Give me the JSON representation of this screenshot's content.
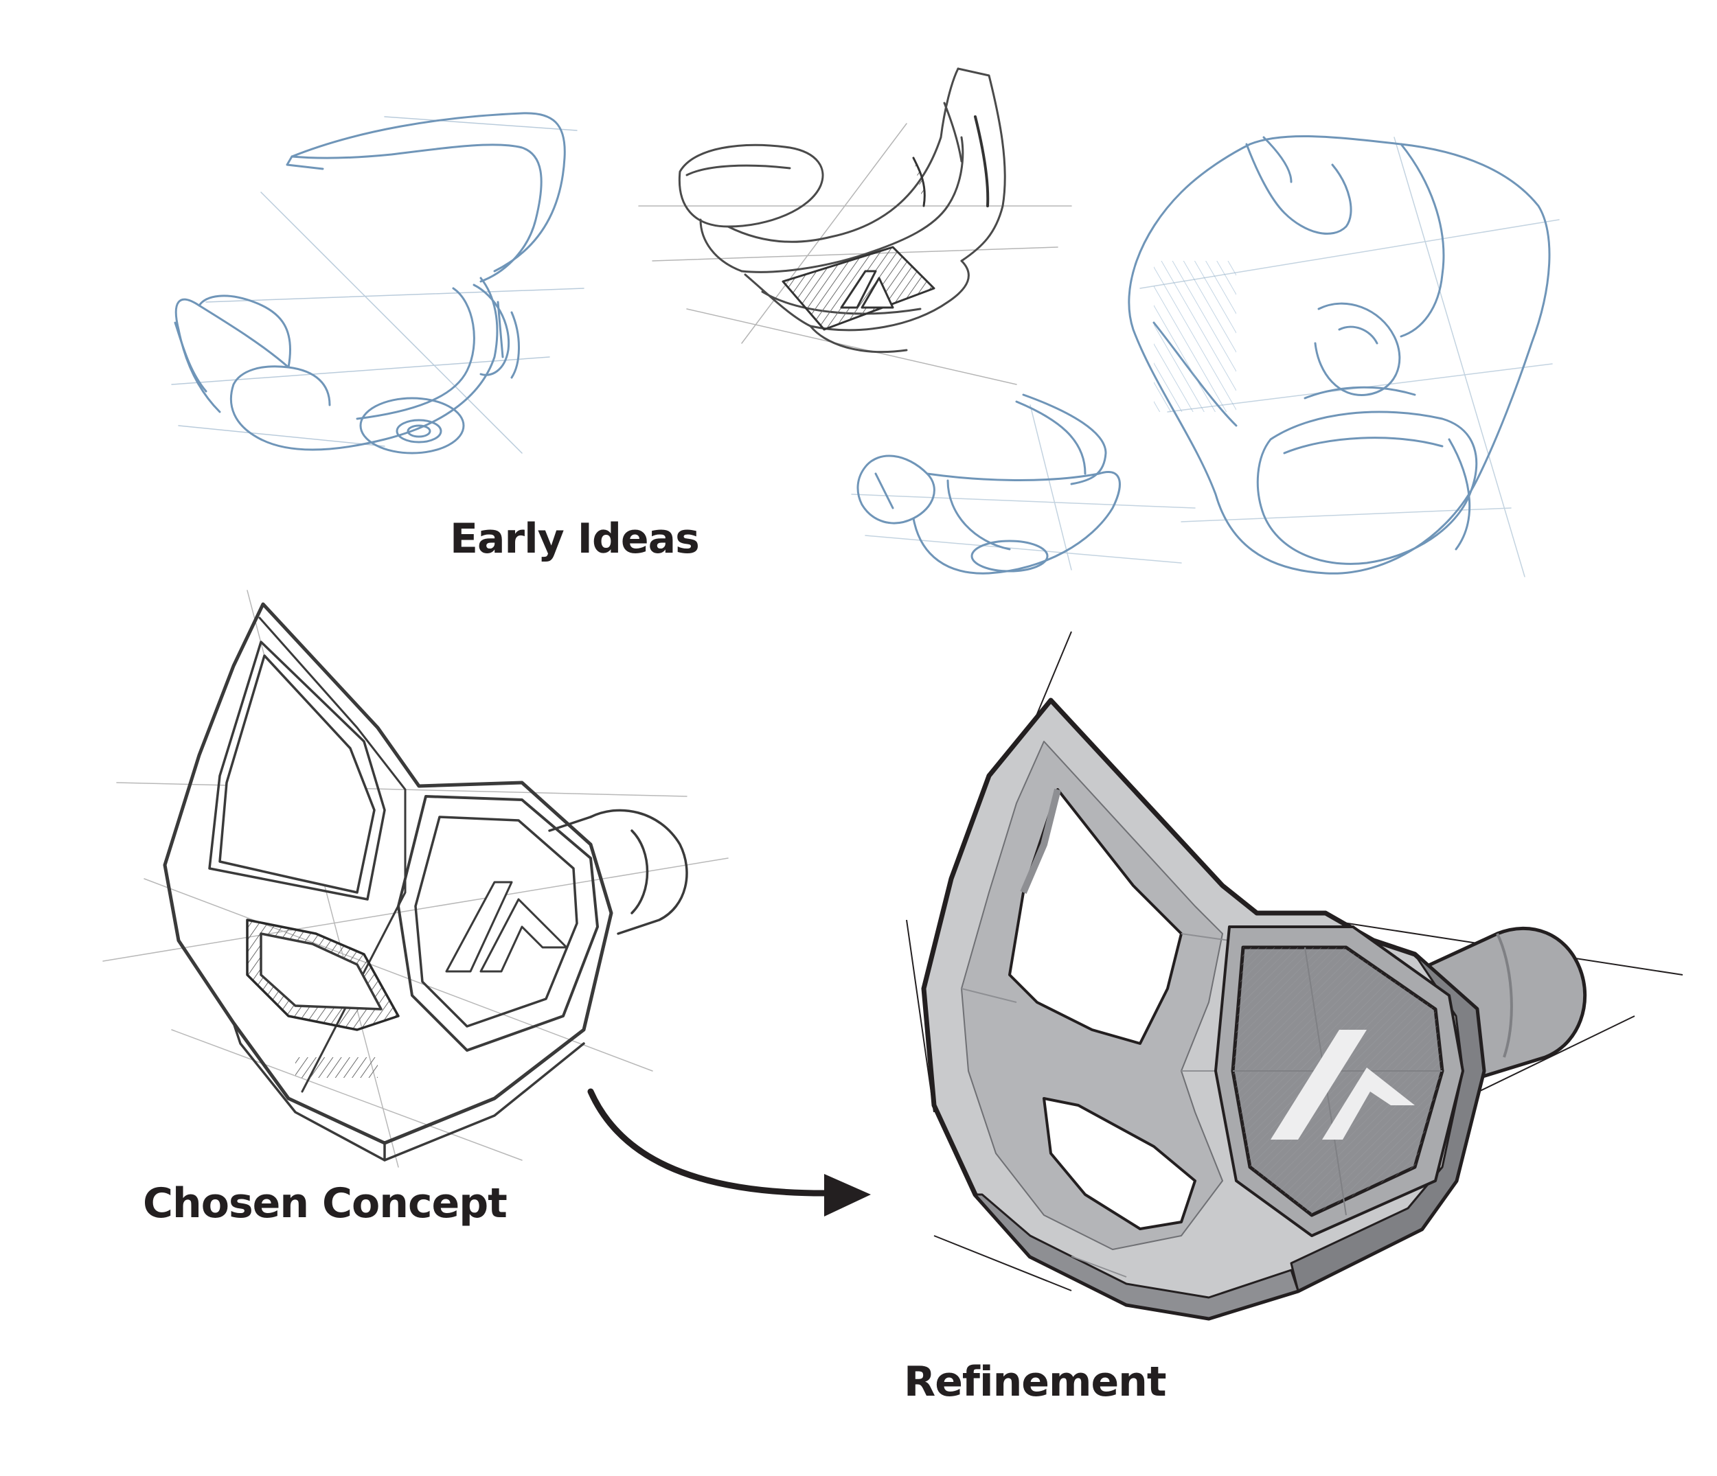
{
  "labels": {
    "early_ideas": "Early Ideas",
    "chosen_concept": "Chosen Concept",
    "refinement": "Refinement"
  },
  "colors": {
    "background": "#ffffff",
    "blue_pencil": "#6f95b8",
    "graphite": "#4a4a4a",
    "dark_line": "#231f20",
    "render_light": "#c9cacc",
    "render_mid": "#a9aaad",
    "render_dark": "#7f8084",
    "badge": "#8e8f93"
  },
  "icons": {
    "logo": "a-chevron-logo-icon",
    "arrow": "curved-arrow-icon"
  }
}
